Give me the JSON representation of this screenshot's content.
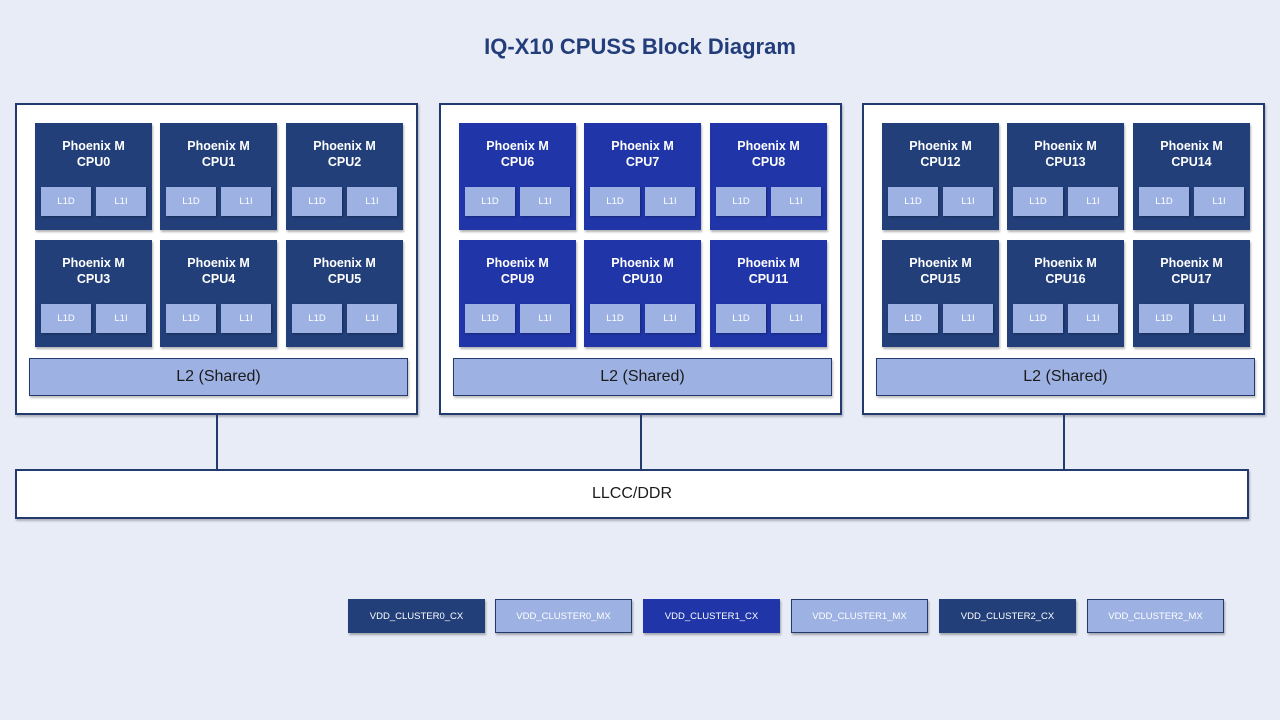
{
  "title": "IQ-X10 CPUSS Block Diagram",
  "colors": {
    "cluster0_cx": "#223f7a",
    "cluster1_cx": "#1f35a8",
    "cluster2_cx": "#223f7a",
    "mx": "#9db1e3"
  },
  "cpu_prefix": "Phoenix M",
  "cache_labels": {
    "l1d": "L1D",
    "l1i": "L1I"
  },
  "clusters": [
    {
      "cpus": [
        "CPU0",
        "CPU1",
        "CPU2",
        "CPU3",
        "CPU4",
        "CPU5"
      ],
      "l2_label": "L2 (Shared)"
    },
    {
      "cpus": [
        "CPU6",
        "CPU7",
        "CPU8",
        "CPU9",
        "CPU10",
        "CPU11"
      ],
      "l2_label": "L2 (Shared)"
    },
    {
      "cpus": [
        "CPU12",
        "CPU13",
        "CPU14",
        "CPU15",
        "CPU16",
        "CPU17"
      ],
      "l2_label": "L2 (Shared)"
    }
  ],
  "llcc_label": "LLCC/DDR",
  "legend": [
    "VDD_CLUSTER0_CX",
    "VDD_CLUSTER0_MX",
    "VDD_CLUSTER1_CX",
    "VDD_CLUSTER1_MX",
    "VDD_CLUSTER2_CX",
    "VDD_CLUSTER2_MX"
  ]
}
